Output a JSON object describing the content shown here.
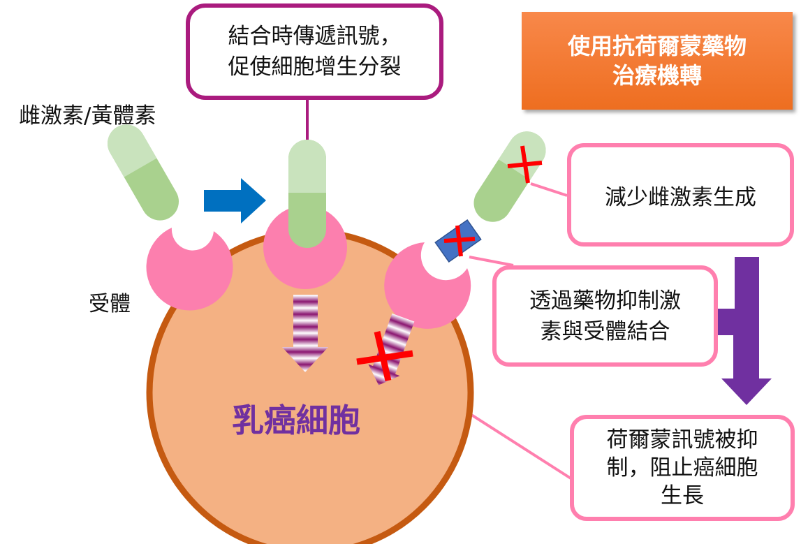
{
  "title": "使用抗荷爾蒙藥物\n治療機轉",
  "labels": {
    "hormone": "雌激素/黃體素",
    "receptor": "受體",
    "cell": "乳癌細胞"
  },
  "callouts": {
    "signal": "結合時傳遞訊號，\n促使細胞增生分裂",
    "reduce_estrogen": "減少雌激素生成",
    "block_binding": "透過藥物抑制激\n素與受體結合",
    "signal_inhibited": "荷爾蒙訊號被抑\n制，阻止癌細胞\n生長"
  },
  "colors": {
    "cell_fill": "#f4b183",
    "cell_border": "#c55a11",
    "receptor": "#fc7fae",
    "hormone_light": "#c9e3bd",
    "hormone_dark": "#a9d18e",
    "blue_arrow": "#0070c0",
    "purple_arrow": "#7030a0",
    "block_x": "#ff0000",
    "drug": "#4472c4",
    "callout_pink": "#ff7fae",
    "callout_magenta": "#aa1b7e",
    "cell_text": "#7030a0",
    "title_bg": "#f47c33"
  }
}
